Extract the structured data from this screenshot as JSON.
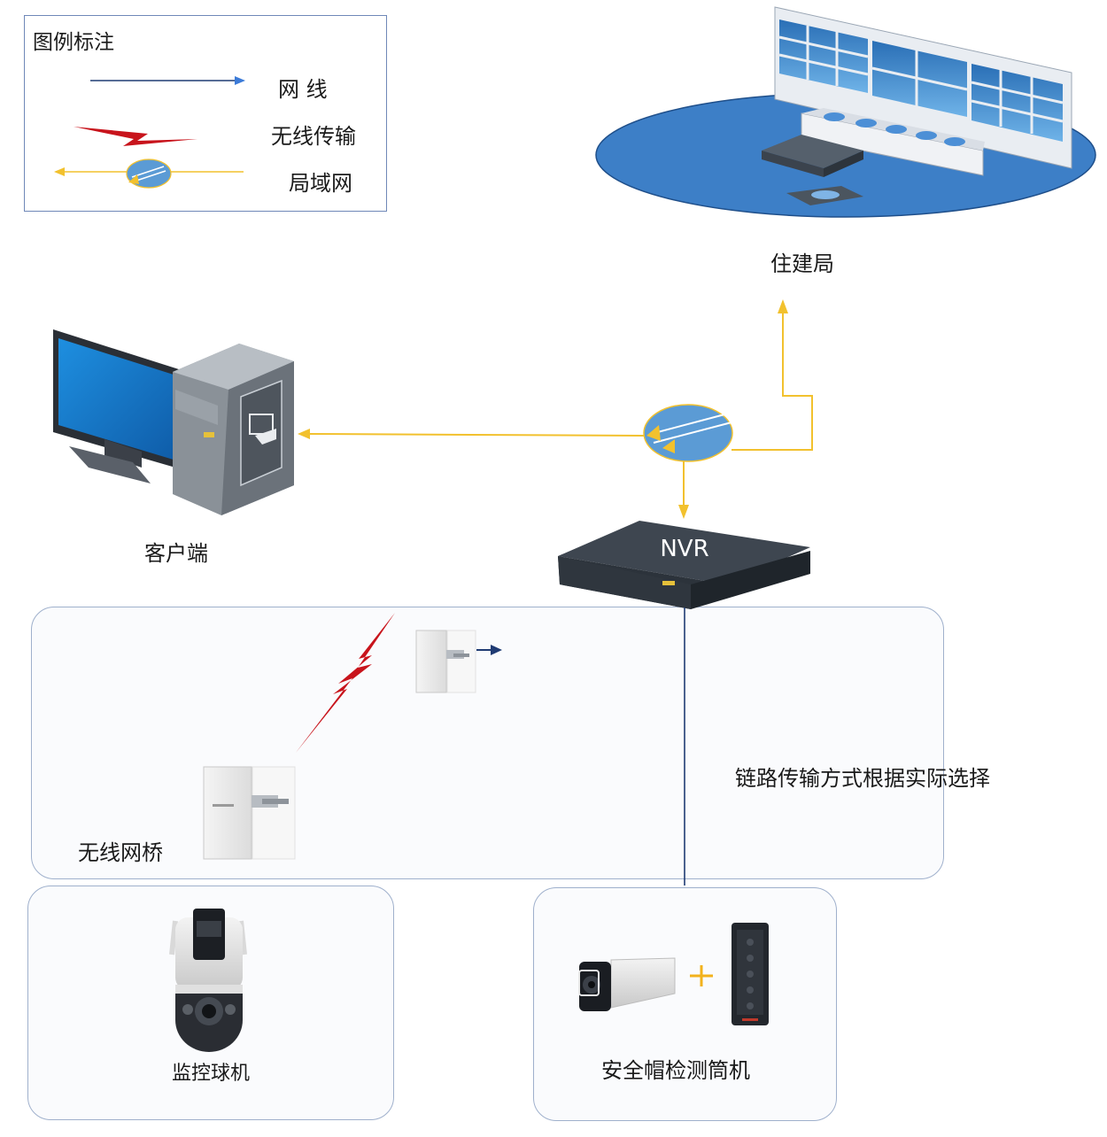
{
  "legend": {
    "title": "图例标注",
    "items": [
      {
        "label": "网  线",
        "kind": "cable"
      },
      {
        "label": "无线传输",
        "kind": "wireless"
      },
      {
        "label": "局域网",
        "kind": "lan"
      }
    ]
  },
  "nodes": {
    "bureau": "住建局",
    "client": "客户端",
    "nvr": "NVR",
    "bridge": "无线网桥",
    "dome": "监控球机",
    "helmet": "安全帽检测筒机"
  },
  "annotation": "链路传输方式根据实际选择",
  "colors": {
    "lan_line": "#f2c12e",
    "cable": "#1f3b73",
    "wireless": "#d4141c",
    "switch_fill": "#5b9bd5",
    "platform": "#3d7fc7"
  }
}
